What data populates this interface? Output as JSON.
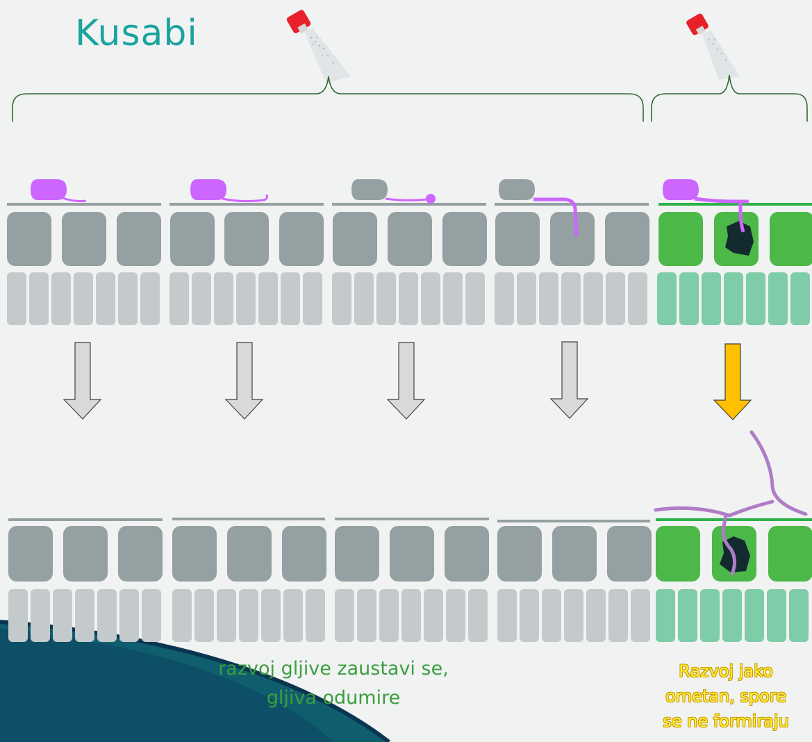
{
  "logo": {
    "text": "Kusabi"
  },
  "captions": {
    "stopped": [
      "razvoj gljive zaustavi se,",
      "gljiva odumire"
    ],
    "impeded": [
      "Razvoj jako",
      "ometan, spore",
      "se ne formiraju"
    ]
  },
  "colors": {
    "background": "#f1f2f2",
    "fungus": "#cc66ff",
    "fungus_dead": "#95a0a2",
    "cell_gray": "#95a0a2",
    "cell_light": "#c4cacb",
    "cell_green": "#4cb848",
    "cell_green_light": "#7fcca8",
    "arrow_gray": "#d9d9d9",
    "arrow_yellow": "#ffc000",
    "hypha_grown": "#b07cc6",
    "bracket": "#2e6b2e",
    "wave_dark": "#0d3d5c",
    "wave_teal": "#0f5e6e"
  },
  "icons": [
    "sprayer-icon",
    "sprayer-icon"
  ]
}
